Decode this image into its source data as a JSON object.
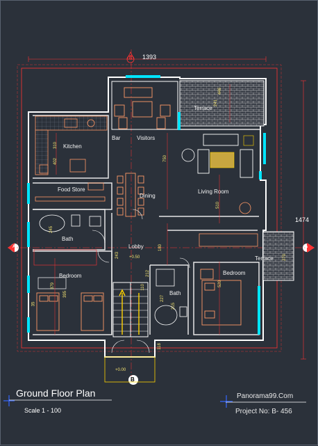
{
  "drawing": {
    "title": "Ground Floor Plan",
    "scale": "Scale   1 - 100",
    "website": "Panorama99.Com",
    "project_no": "Project No: B- 456"
  },
  "dimensions": {
    "overall_width": "1393",
    "overall_depth": "1474"
  },
  "rooms": {
    "kitchen": "Kitchen",
    "bar": "Bar",
    "visitors": "Visitors",
    "terrace_top": "Terrace",
    "food_store": "Food Store",
    "dining": "Dining",
    "living_room": "Living Room",
    "bath_left": "Bath",
    "lobby": "Lobby",
    "terrace_right": "Terrace",
    "bedroom_left": "Bedroom",
    "bedroom_right": "Bedroom",
    "bath_center": "Bath"
  },
  "room_dims": {
    "d_310": "310",
    "d_402": "402",
    "d_750": "750",
    "d_510": "510",
    "d_446": "446",
    "d_241": "241",
    "d_245": "245",
    "d_379": "379",
    "d_180": "180",
    "d_243": "243",
    "d_212": "212",
    "d_395": "395",
    "d_110": "110",
    "d_227": "227",
    "d_215": "215",
    "d_520": "520",
    "d_270": "270",
    "d_118": "118",
    "d_35": "35",
    "d_lvl1": "+0.50",
    "d_lvl2": "+0.00"
  },
  "axis_marks": {
    "a_left": "A",
    "a_right": "A",
    "b_bottom": "B",
    "b_top": "B"
  },
  "colors": {
    "background": "#2b313a",
    "wall": "#ffffff",
    "furniture": "#ff9966",
    "window": "#00e5ff",
    "dimension": "#ff3333",
    "hatch": "#d7d7d7",
    "stairs": "#ffd400"
  }
}
